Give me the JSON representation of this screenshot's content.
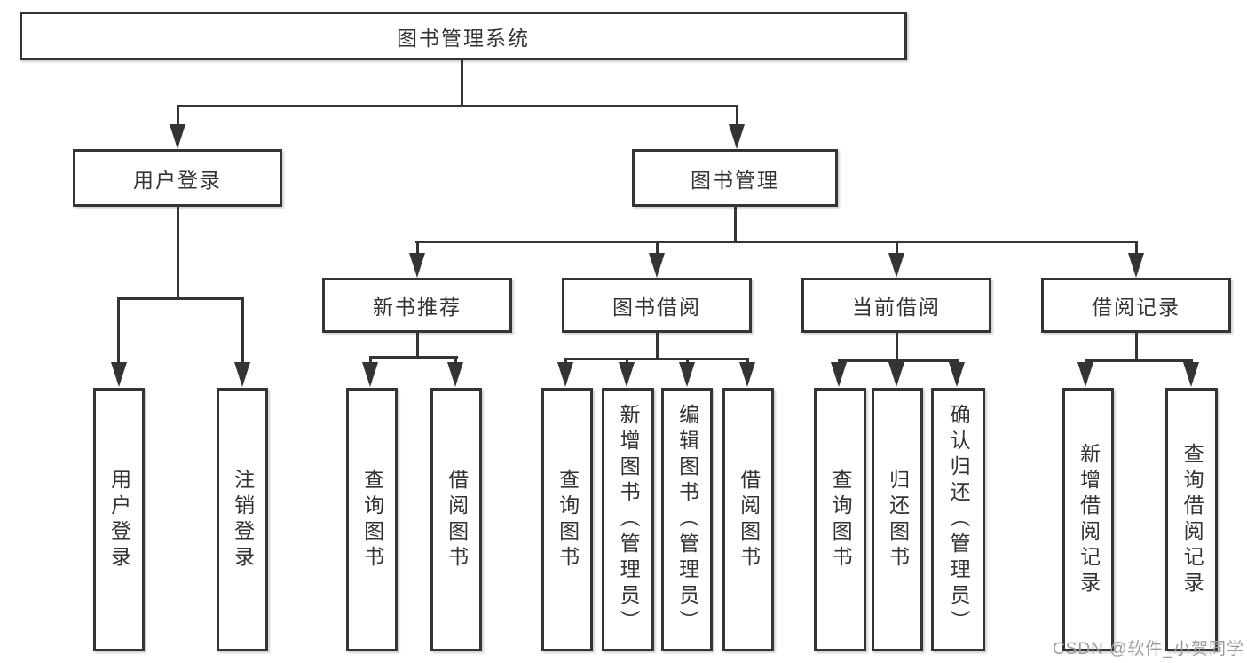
{
  "colors": {
    "line": "#343434",
    "text": "#333333",
    "background": "#ffffff",
    "watermark": "#9c9c9c"
  },
  "watermark": {
    "text": "CSDN @软件_小贺同学"
  },
  "tree": {
    "root": {
      "label": "图书管理系统",
      "children": [
        {
          "label": "用户登录",
          "children": [
            {
              "label": "用户登录"
            },
            {
              "label": "注销登录"
            }
          ]
        },
        {
          "label": "图书管理",
          "children": [
            {
              "label": "新书推荐",
              "children": [
                {
                  "label": "查询图书"
                },
                {
                  "label": "借阅图书"
                }
              ]
            },
            {
              "label": "图书借阅",
              "children": [
                {
                  "label": "查询图书"
                },
                {
                  "label": "新增图书（管理员）"
                },
                {
                  "label": "编辑图书（管理员）"
                },
                {
                  "label": "借阅图书"
                }
              ]
            },
            {
              "label": "当前借阅",
              "children": [
                {
                  "label": "查询图书"
                },
                {
                  "label": "归还图书"
                },
                {
                  "label": "确认归还（管理员）"
                }
              ]
            },
            {
              "label": "借阅记录",
              "children": [
                {
                  "label": "新增借阅记录"
                },
                {
                  "label": "查询借阅记录"
                }
              ]
            }
          ]
        }
      ]
    }
  }
}
